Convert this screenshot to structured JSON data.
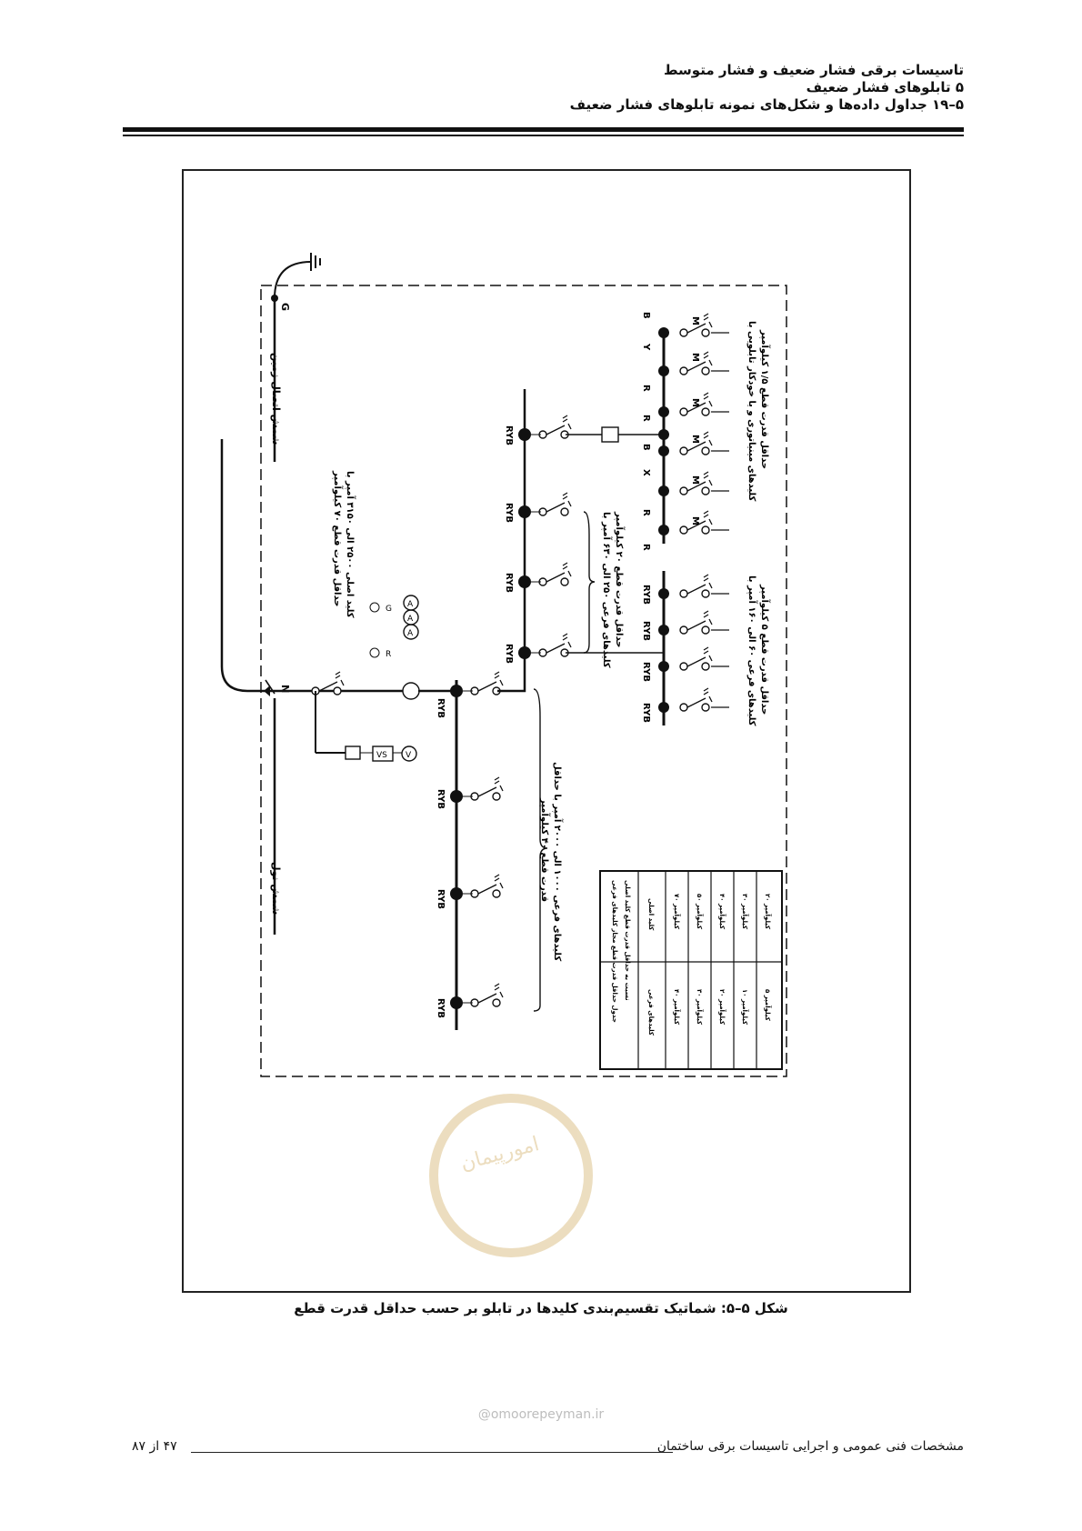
{
  "header": {
    "line1": "تاسیسات برقی فشار ضعیف و فشار متوسط",
    "line2": "۵ تابلوهای فشار ضعیف",
    "line3": "۵–۱۹ جداول داده‌ها و شکل‌های نمونه تابلوهای فشار ضعیف"
  },
  "diagram": {
    "ground_bus_label": "شمش اتصال زمین",
    "neutral_bus_label": "شمش نول",
    "ground_node": "G",
    "neutral_node": "N",
    "main_switch_note_1": "کلید اصلی ۲۵۰۰ الی ۳۱۵۰ آمپر با",
    "main_switch_note_2": "حداقل قدرت قطع ۷۰ کیلوآمپر",
    "feeder_1000_note_1": "کلیدهای فرعی ۱۰۰۰ الی ۲۰۰۰ آمپر با حداقل",
    "feeder_1000_note_2": "قدرت قطع ۴۰ کیلوآمپر",
    "feeder_250_note_1": "کلیدهای فرعی ۲۵۰ الی ۶۳۰ آمپر با",
    "feeder_250_note_2": "حداقل قدرت قطع ۲۰ کیلوآمپر",
    "feeder_60_note_1": "کلیدهای فرعی ۶۰ الی ۱۶۰ آمپر با",
    "feeder_60_note_2": "حداقل قدرت قطع ۵ کیلوآمپر",
    "mcb_note_1": "کلیدهای مینیاتوری و یا خودکار تابلویی با",
    "mcb_note_2": "حداقل قدرت قطع ۱/۵ کیلوآمپر",
    "phase_label": "RYB",
    "meter_ammeter": "A",
    "meter_voltmeter": "V",
    "voltmeter_switch": "VS",
    "lamp_r": "R",
    "lamp_g": "G",
    "mcb_phase_labels": [
      "R",
      "R",
      "X",
      "B",
      "R",
      "R",
      "Y",
      "B"
    ],
    "motor_label": "M"
  },
  "table": {
    "title_1": "جدول حداقل قدرت قطع مجاز کلیدهای فرعی",
    "title_2": "نسبت به حداقل قدرت قطع کلید اصلی",
    "header_main": "کلید اصلی",
    "header_sub": "کلیدهای فرعی",
    "rows": [
      [
        "۷۰ کیلوآمپر",
        "۴۰ کیلوآمپر"
      ],
      [
        "۵۰ کیلوآمپر",
        "۳۰ کیلوآمپر"
      ],
      [
        "۴۰ کیلوآمپر",
        "۲۰ کیلوآمپر"
      ],
      [
        "۳۰ کیلوآمپر",
        "۱۰ کیلوآمپر"
      ],
      [
        "۲۰ کیلوآمپر",
        "۵ کیلوآمپر"
      ]
    ]
  },
  "caption": {
    "label": "شکل ۵–۵:",
    "text": "شماتیک تقسیم‌بندی کلیدها در تابلو بر حسب حداقل قدرت قطع"
  },
  "watermark": {
    "logo_text": "امورپیمان",
    "site": "@omoorepeyman.ir"
  },
  "footer": {
    "doc_title": "مشخصات فنی عمومی و اجرایی تاسیسات برقی ساختمان",
    "page": "۴۷ از ۸۷"
  }
}
